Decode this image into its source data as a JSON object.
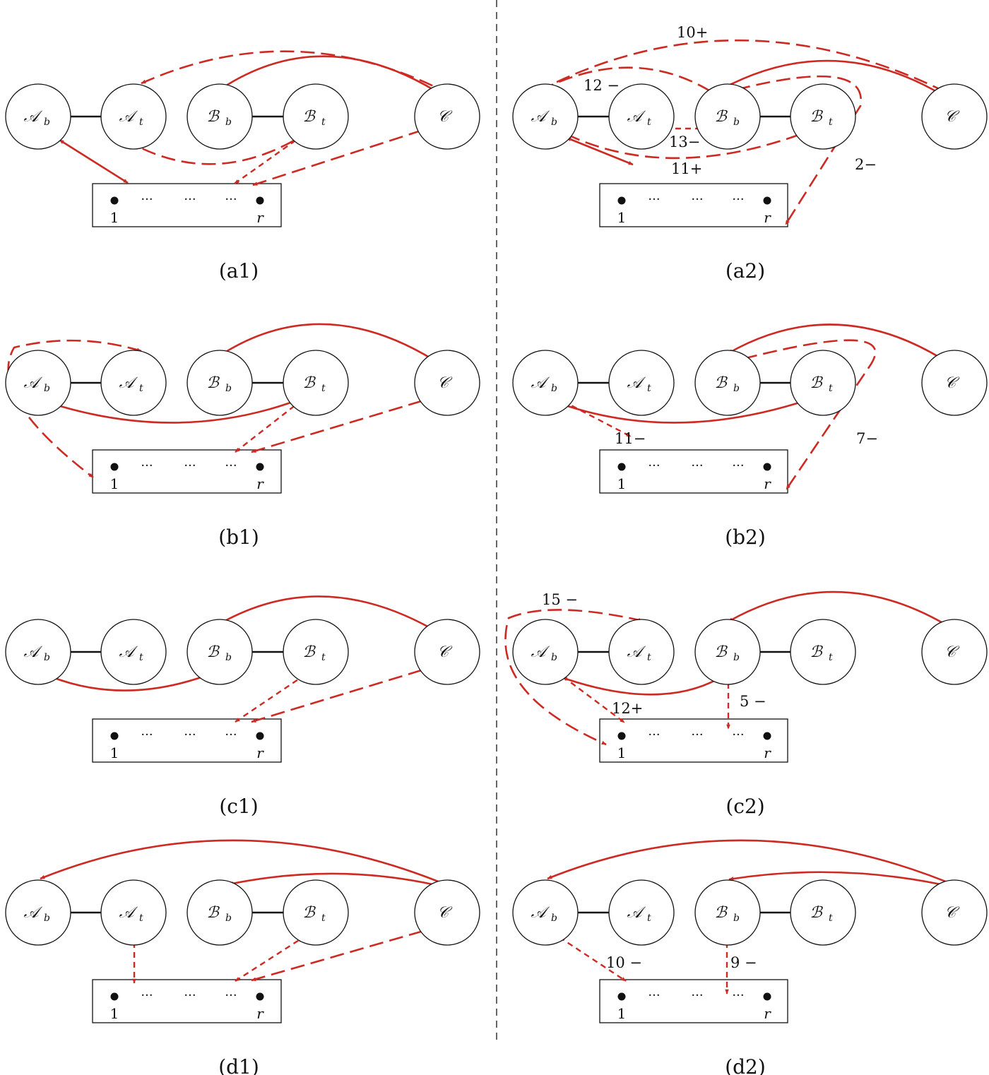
{
  "node_names": {
    "ab": {
      "main": "𝒜",
      "sub": "b"
    },
    "at": {
      "main": "𝒜",
      "sub": "t"
    },
    "bb": {
      "main": "ℬ",
      "sub": "b"
    },
    "bt": {
      "main": "ℬ",
      "sub": "t"
    },
    "c": {
      "main": "𝒞",
      "sub": ""
    }
  },
  "box": {
    "first_label": "1",
    "last_label": "r",
    "dots": "···"
  },
  "panels": [
    {
      "id": "a1",
      "label": "(a1)",
      "annotations": []
    },
    {
      "id": "a2",
      "label": "(a2)",
      "annotations": [
        "10+",
        "12 −",
        "13−",
        "11+",
        "2−"
      ]
    },
    {
      "id": "b1",
      "label": "(b1)",
      "annotations": []
    },
    {
      "id": "b2",
      "label": "(b2)",
      "annotations": [
        "11−",
        "7−"
      ]
    },
    {
      "id": "c1",
      "label": "(c1)",
      "annotations": []
    },
    {
      "id": "c2",
      "label": "(c2)",
      "annotations": [
        "15 −",
        "12+",
        "5 −"
      ]
    },
    {
      "id": "d1",
      "label": "(d1)",
      "annotations": []
    },
    {
      "id": "d2",
      "label": "(d2)",
      "annotations": [
        "10 −",
        "9 −"
      ]
    }
  ],
  "colors": {
    "arrow": "#cc2a22",
    "line": "#111111"
  }
}
